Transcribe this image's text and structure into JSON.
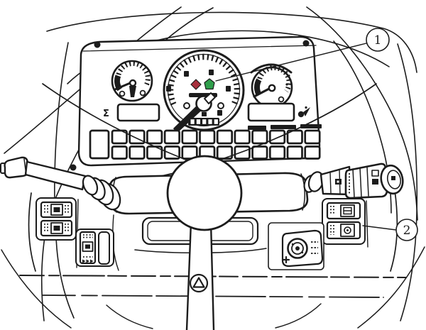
{
  "figure": {
    "background": "#ffffff",
    "ink": "#1c1c1c"
  },
  "callouts": {
    "c1": {
      "label": "1",
      "points_to": "tachometer-warning-indicator-lights"
    },
    "c2": {
      "label": "2",
      "points_to": "right-console-lower-rocker-switch"
    }
  },
  "cluster": {
    "tachometer": {
      "red_indicator_color": "#a8303d",
      "green_indicator_color": "#2f9e4b"
    },
    "left_display": {
      "icon_glyph": "Σ"
    },
    "warning_grid": {
      "rows": 2,
      "columns": 12,
      "tall_left_cell": true
    },
    "icons": [
      "sigma-total-icon",
      "oil-can-icon",
      "warning-triangle-icon",
      "key-switch-icon"
    ]
  }
}
